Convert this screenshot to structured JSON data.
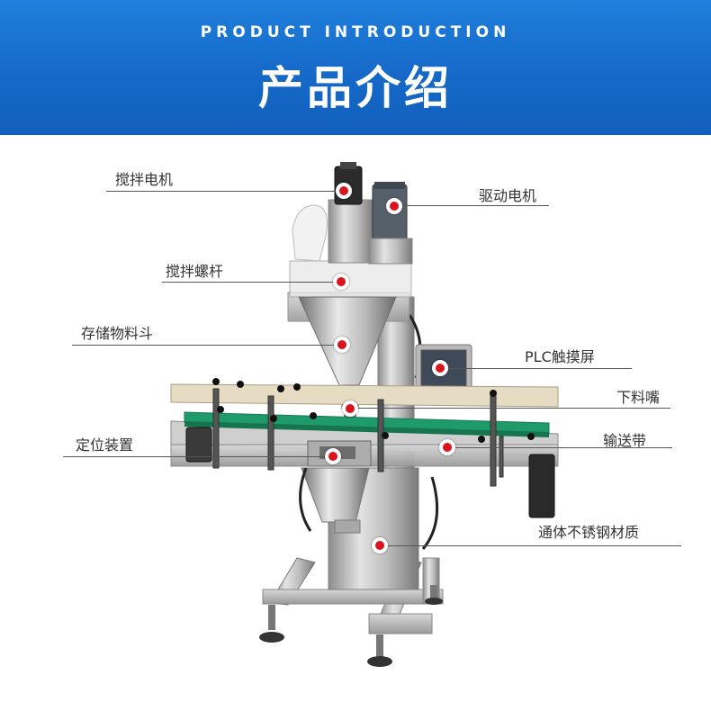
{
  "header": {
    "subtitle": "PRODUCT INTRODUCTION",
    "title": "产品介绍"
  },
  "callouts": [
    {
      "id": "stir-motor",
      "label": "搅拌电机"
    },
    {
      "id": "drive-motor",
      "label": "驱动电机"
    },
    {
      "id": "stir-screw",
      "label": "搅拌螺杆"
    },
    {
      "id": "hopper",
      "label": "存储物料斗"
    },
    {
      "id": "plc",
      "label": "PLC触摸屏"
    },
    {
      "id": "nozzle",
      "label": "下料嘴"
    },
    {
      "id": "positioning",
      "label": "定位装置"
    },
    {
      "id": "conveyor",
      "label": "输送带"
    },
    {
      "id": "body",
      "label": "通体不锈钢材质"
    }
  ],
  "colors": {
    "header_blue": "#1669c8",
    "marker_red": "#d8141c",
    "conveyor_green": "#1f9a6a"
  }
}
